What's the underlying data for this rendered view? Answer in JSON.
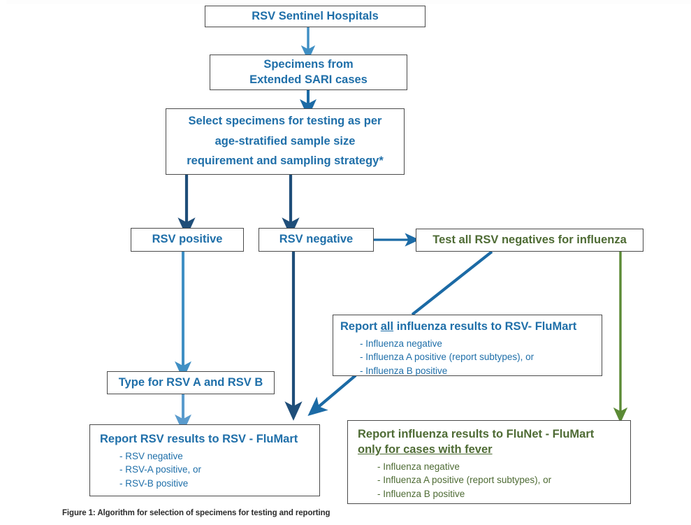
{
  "figure": {
    "caption": "Figure 1: Algorithm for selection of specimens for testing and reporting"
  },
  "colors": {
    "blue_text": "#1f6fa9",
    "green_text": "#4e6b34",
    "arrow_blue_light": "#3f8fc4",
    "arrow_blue_dark": "#1f4e79",
    "arrow_blue_mid": "#1b6aa5",
    "arrow_green": "#5b8a35",
    "box_border": "#4a4a4a",
    "background": "#ffffff"
  },
  "nodes": {
    "sentinel_hospitals": {
      "title": "RSV Sentinel Hospitals"
    },
    "specimens_sari": {
      "line1": "Specimens from",
      "line2": "Extended SARI cases"
    },
    "select_specimens": {
      "line1": "Select specimens for testing as per",
      "line2": "age-stratified sample size",
      "line3": "requirement and sampling strategy*"
    },
    "rsv_positive": {
      "title": "RSV positive"
    },
    "rsv_negative": {
      "title": "RSV negative"
    },
    "test_influenza": {
      "title": "Test all RSV negatives for influenza"
    },
    "report_all_influenza_rsvflumart": {
      "title_pre": "Report ",
      "title_underline": "all",
      "title_post": " influenza results to RSV- FluMart",
      "bullets": [
        "- Influenza negative",
        "- Influenza A positive (report subtypes), or",
        "- Influenza B positive"
      ]
    },
    "type_rsv_ab": {
      "title": "Type for RSV A and RSV B"
    },
    "report_rsv_flumart": {
      "title": "Report RSV results to RSV - FluMart",
      "bullets": [
        "- RSV negative",
        "- RSV-A positive, or",
        "- RSV-B positive"
      ]
    },
    "report_influenza_flunet": {
      "title_line1": "Report influenza results to FluNet - FluMart",
      "title_line2_underline": "only for cases with fever",
      "bullets": [
        "- Influenza negative",
        "- Influenza A positive (report subtypes), or",
        "- Influenza B positive"
      ]
    }
  },
  "edges": [
    {
      "name": "sentinel-to-specimens",
      "from": "sentinel_hospitals",
      "to": "specimens_sari",
      "style": "vertical-arrow",
      "color": "#3f8fc4"
    },
    {
      "name": "specimens-to-select",
      "from": "specimens_sari",
      "to": "select_specimens",
      "style": "vertical-arrow",
      "color": "#1b6aa5"
    },
    {
      "name": "select-to-rsv-positive",
      "from": "select_specimens",
      "to": "rsv_positive",
      "style": "vertical-arrow",
      "color": "#1f4e79"
    },
    {
      "name": "select-to-rsv-negative",
      "from": "select_specimens",
      "to": "rsv_negative",
      "style": "vertical-arrow",
      "color": "#1f4e79"
    },
    {
      "name": "rsv-negative-to-test",
      "from": "rsv_negative",
      "to": "test_influenza",
      "style": "horizontal-arrow",
      "color": "#1b6aa5"
    },
    {
      "name": "rsv-positive-to-type",
      "from": "rsv_positive",
      "to": "type_rsv_ab",
      "style": "vertical-arrow",
      "color": "#3f8fc4"
    },
    {
      "name": "type-to-report-rsv",
      "from": "type_rsv_ab",
      "to": "report_rsv_flumart",
      "style": "vertical-arrow",
      "color": "#5a9bcd"
    },
    {
      "name": "rsv-negative-down-to-report",
      "from": "rsv_negative",
      "to": "report_rsv_flumart",
      "style": "vertical-arrow",
      "color": "#1f4e79"
    },
    {
      "name": "test-to-report-all-influenza",
      "from": "test_influenza",
      "to": "report_all_influenza_rsvflumart",
      "style": "diagonal-line",
      "color": "#1b6aa5"
    },
    {
      "name": "report-all-to-report-rsv",
      "from": "report_all_influenza_rsvflumart",
      "to": "report_rsv_flumart",
      "style": "diagonal-arrow",
      "color": "#1b6aa5"
    },
    {
      "name": "test-to-report-flunet",
      "from": "test_influenza",
      "to": "report_influenza_flunet",
      "style": "vertical-arrow",
      "color": "#5b8a35"
    }
  ]
}
